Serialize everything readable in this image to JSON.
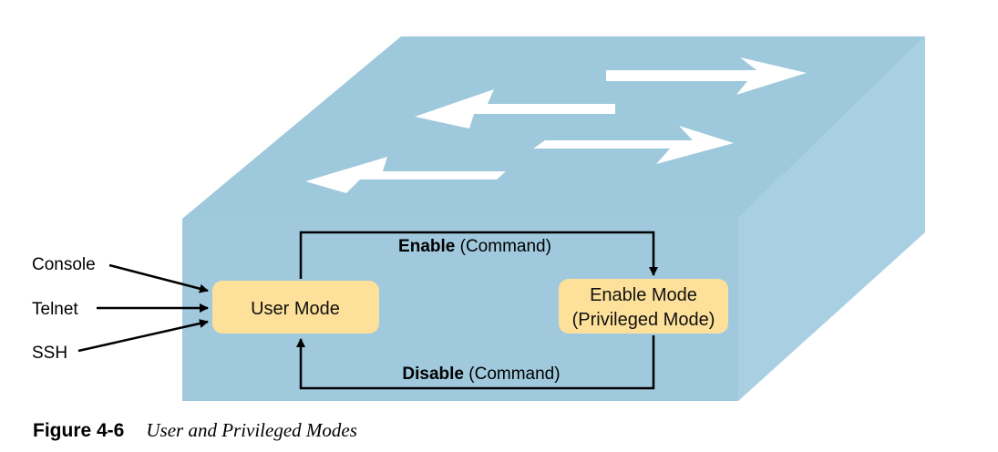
{
  "colors": {
    "switch_top": "#9ec8dc",
    "switch_front": "#a0c9dd",
    "switch_side": "#a9d0e2",
    "mode_box": "#fde09a",
    "arrow": "#000000"
  },
  "inputs": [
    {
      "label": "Console"
    },
    {
      "label": "Telnet"
    },
    {
      "label": "SSH"
    }
  ],
  "modes": {
    "user": "User Mode",
    "enable_line1": "Enable Mode",
    "enable_line2": "(Privileged Mode)"
  },
  "transitions": {
    "enable_bold": "Enable",
    "enable_rest": " (Command)",
    "disable_bold": "Disable",
    "disable_rest": " (Command)"
  },
  "caption": {
    "number": "Figure 4-6",
    "title": "User and Privileged Modes"
  }
}
